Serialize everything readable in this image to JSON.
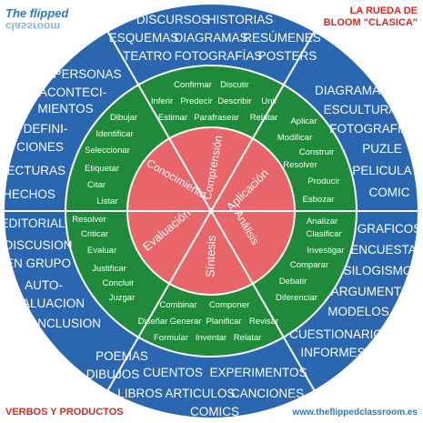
{
  "logo": {
    "line1": "The flipped",
    "line2": "classroom"
  },
  "title": {
    "line1": "LA RUEDA DE",
    "line2": "BLOOM \"CLASICA\""
  },
  "footer": {
    "left": "VERBOS Y PRODUCTOS",
    "right": "www.theflippedclassroom.es"
  },
  "colors": {
    "outer": "#2a67b0",
    "middle": "#1e8a3a",
    "inner": "#e8666a",
    "ring_line": "#ffffff",
    "accent_text": "#d42a22"
  },
  "categories": [
    "Comprensión",
    "Aplicación",
    "Análisis",
    "Síntesis",
    "Evaluación",
    "Conocimiento"
  ],
  "verbs": {
    "comprension": [
      "Confirmar",
      "Discutir",
      "Inferir",
      "Predecir",
      "Describir",
      "Unir",
      "Estimar",
      "Parafrasear",
      "Relatar"
    ],
    "aplicacion": [
      "Aplicar",
      "Modificar",
      "Construir",
      "Resolver",
      "Producir",
      "Esbozar"
    ],
    "analisis": [
      "Analizar",
      "Clasificar",
      "Investigar",
      "Comparar",
      "Debatir",
      "Diferenciar"
    ],
    "sintesis": [
      "Combinar",
      "Componer",
      "Diseñar",
      "Generar",
      "Planificar",
      "Revisar",
      "Formular",
      "Inventar",
      "Relatar"
    ],
    "evaluacion": [
      "Resolver",
      "Criticar",
      "Evaluar",
      "Justificar",
      "Concluir",
      "Juzgar"
    ],
    "conocimiento": [
      "Dibujar",
      "Identificar",
      "Seleccionar",
      "Etiquetar",
      "Citar",
      "Listar"
    ]
  },
  "products": {
    "top": [
      "DISCURSOS",
      "HISTORIAS",
      "ESQUEMAS",
      "DIAGRAMAS",
      "RESÚMENES",
      "TEATRO",
      "FOTOGRAFÍAS",
      "POSTERS"
    ],
    "right_top": [
      "DIAGRAMA",
      "ESCULTURA",
      "FOTOGRAFIA",
      "PUZLE",
      "PELICULA",
      "COMIC"
    ],
    "right_bottom": [
      "GRAFICOS",
      "ENCUESTAS",
      "SILOGISMOS",
      "ARGUMENTOS",
      "MODELOS",
      "CUESTIONARIOS",
      "INFORMES"
    ],
    "bottom": [
      "POEMAS",
      "DIBUJOS",
      "CUENTOS",
      "EXPERIMENTOS",
      "LIBROS",
      "ARTICULOS",
      "CANCIONES",
      "COMICS"
    ],
    "left_bottom": [
      "EDITORIAL",
      "DISCUSION",
      "EN GRUPO",
      "AUTO-",
      "EVALUACION",
      "CONCLUSION"
    ],
    "left_top": [
      "PERSONAS",
      "ACONTECI-",
      "MIENTOS",
      "DEFINI-",
      "CIONES",
      "LECTURAS",
      "HECHOS"
    ]
  }
}
